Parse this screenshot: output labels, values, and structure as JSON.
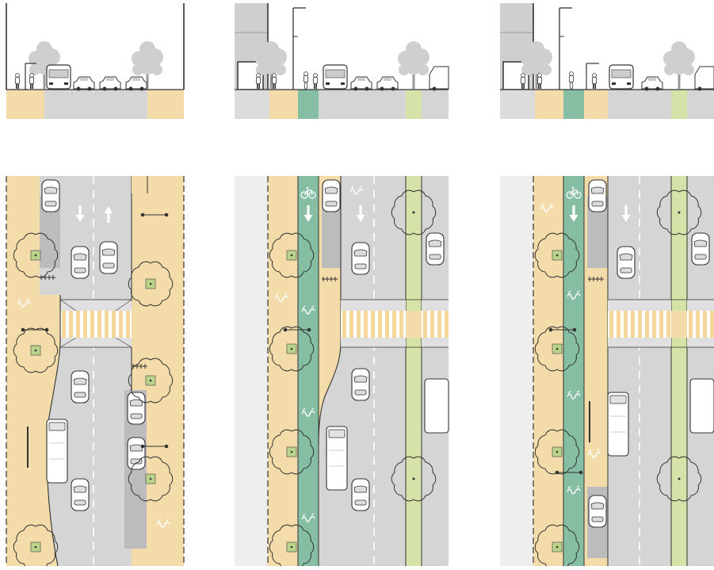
{
  "figure": {
    "panels": [
      {
        "id": "existing",
        "section": "cross-section",
        "plan": "street-plan"
      },
      {
        "id": "option-a",
        "section": "cross-section",
        "plan": "street-plan"
      },
      {
        "id": "option-b",
        "section": "cross-section",
        "plan": "street-plan"
      }
    ]
  },
  "palette": {
    "sidewalk": "#f3dcaa",
    "roadway": "#d5d5d5",
    "bike_lane": "#86bea4",
    "median": "#d5e3a8",
    "crosswalk_stripe": "#f6d79a",
    "building_fill": "#cfcfcf",
    "tree_canopy": "#cfcfcf",
    "outline": "#333333",
    "lane_marking": "#ffffff"
  },
  "icons": {
    "tree": "tree-icon",
    "car": "car-icon",
    "bus": "bus-icon",
    "pedestrian": "pedestrian-icon",
    "cyclist": "cyclist-icon",
    "bike_symbol": "bike-symbol-icon",
    "arrow": "lane-arrow-icon",
    "streetlight": "streetlight-icon",
    "bus_shelter": "bus-shelter-icon"
  }
}
